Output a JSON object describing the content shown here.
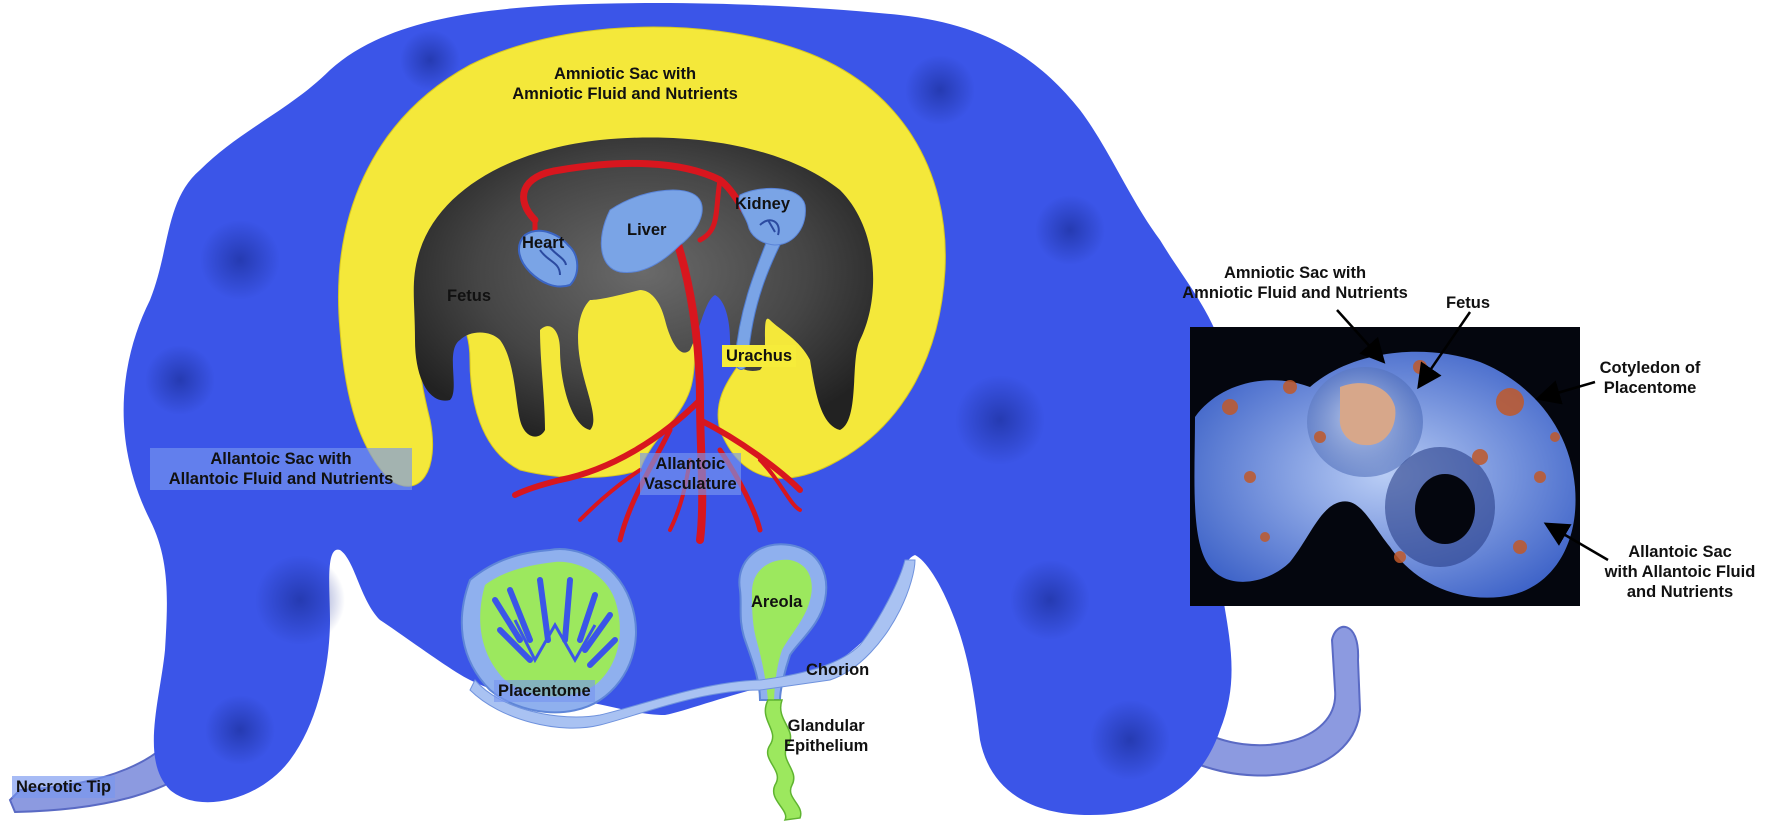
{
  "diagram": {
    "labels": {
      "amniotic_sac_line1": "Amniotic Sac with",
      "amniotic_sac_line2": "Amniotic Fluid and Nutrients",
      "fetus": "Fetus",
      "heart": "Heart",
      "liver": "Liver",
      "kidney": "Kidney",
      "urachus": "Urachus",
      "allantoic_vasculature_line1": "Allantoic",
      "allantoic_vasculature_line2": "Vasculature",
      "allantoic_sac_line1": "Allantoic Sac with",
      "allantoic_sac_line2": "Allantoic Fluid and Nutrients",
      "placentome": "Placentome",
      "areola": "Areola",
      "chorion": "Chorion",
      "glandular_line1": "Glandular",
      "glandular_line2": "Epithelium",
      "necrotic_tip": "Necrotic Tip"
    },
    "colors": {
      "allantoic_sac": "#3b55e8",
      "amniotic_sac": "#f4e83a",
      "fetus": "#4a4a4a",
      "organs": "#7aa4e6",
      "vasculature": "#d8161e",
      "placentome": "#9ce85e",
      "chorion": "#8fb0ee"
    }
  },
  "photo": {
    "labels": {
      "amniotic_line1": "Amniotic Sac with",
      "amniotic_line2": "Amniotic Fluid and Nutrients",
      "fetus": "Fetus",
      "cotyledon_line1": "Cotyledon of",
      "cotyledon_line2": "Placentome",
      "allantoic_line1": "Allantoic Sac",
      "allantoic_line2": "with Allantoic Fluid",
      "allantoic_line3": "and Nutrients"
    }
  }
}
